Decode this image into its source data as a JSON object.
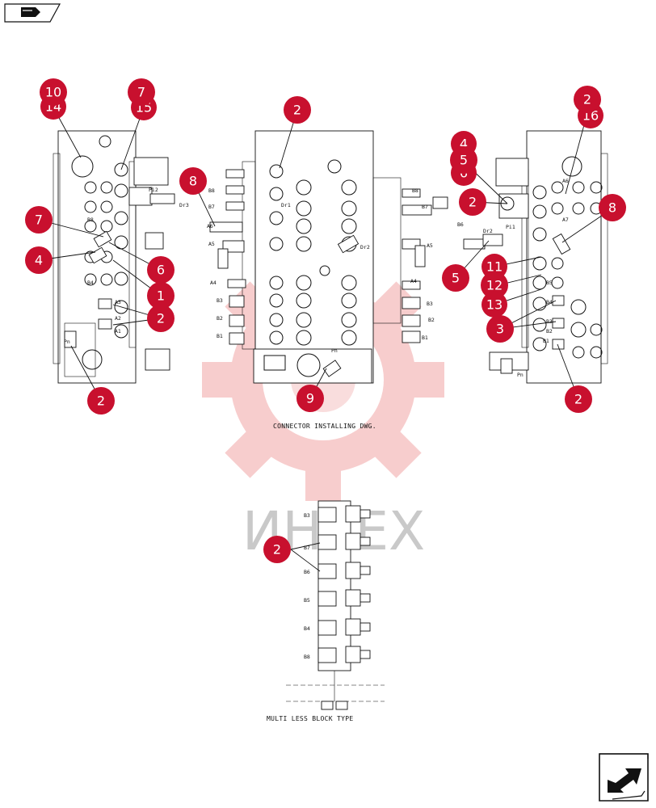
{
  "header": {
    "icon": "book-icon"
  },
  "footer": {
    "icon": "next-page-arrow-icon"
  },
  "watermark": {
    "text": "ИНТЕХ"
  },
  "captions": {
    "connector": "CONNECTOR INSTALLING DWG.",
    "multi": "MULTI LESS BLOCK TYPE"
  },
  "callouts": {
    "left_view": [
      "10",
      "14",
      "7",
      "15",
      "7",
      "4",
      "6",
      "1",
      "2",
      "2"
    ],
    "center_view": [
      "2",
      "8",
      "9"
    ],
    "right_view": [
      "4",
      "5",
      "6",
      "2",
      "5",
      "2",
      "16",
      "8",
      "11",
      "12",
      "13",
      "3",
      "2"
    ],
    "multi_block": [
      "2"
    ]
  },
  "port_labels": {
    "left": [
      "Pi2",
      "Dr3",
      "B8",
      "B4",
      "A3",
      "A2",
      "A1",
      "Pn"
    ],
    "center": [
      "B8",
      "B7",
      "A6",
      "A5",
      "A4",
      "B3",
      "B2",
      "B1",
      "Dr1",
      "Dr2",
      "Pn"
    ],
    "right": [
      "Dr2",
      "Pi1",
      "A6",
      "A7",
      "B6",
      "B5",
      "B4",
      "B3",
      "B2",
      "B1",
      "Pn"
    ],
    "multi": [
      "B3",
      "B7",
      "B6",
      "B5",
      "B4",
      "B8"
    ]
  },
  "colors": {
    "callout": "#c8102e",
    "watermark": "#f2b8b8",
    "line": "#111111"
  }
}
